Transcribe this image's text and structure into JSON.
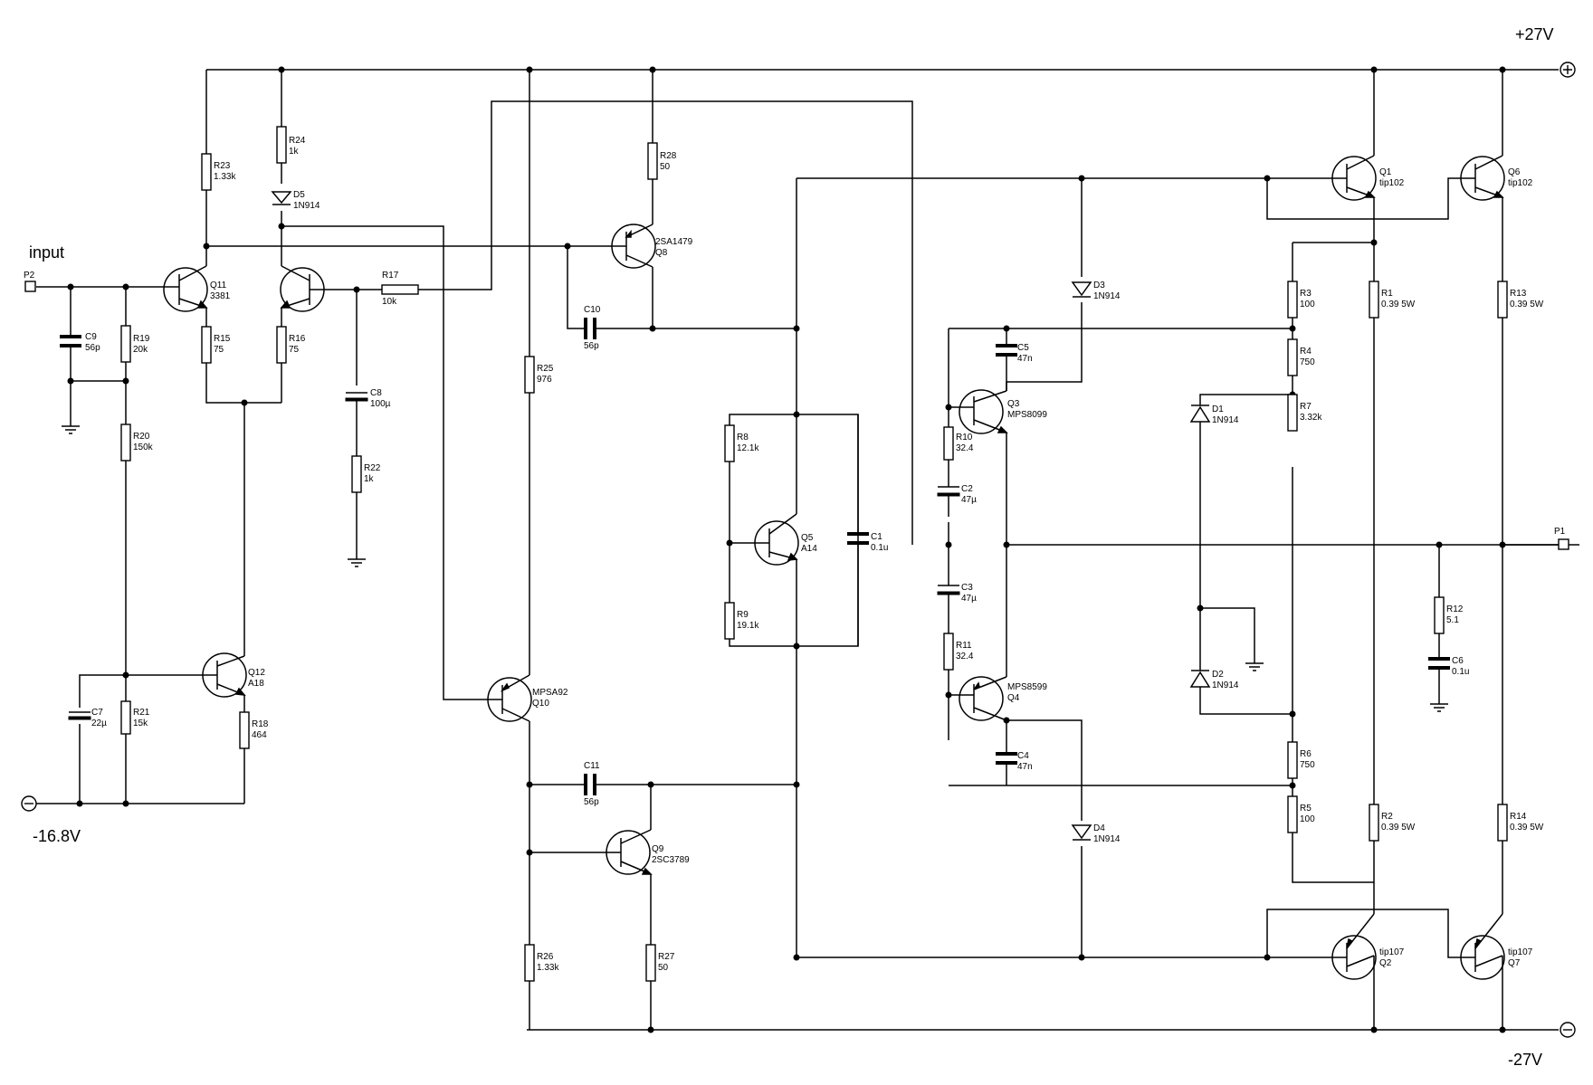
{
  "rails": {
    "positive": "+27V",
    "negative": "-27V",
    "input_negative": "-16.8V",
    "input_label": "input"
  },
  "ports": {
    "input": "P2",
    "output": "P1"
  },
  "transistors": {
    "Q11": {
      "ref": "Q11",
      "part": "3381"
    },
    "Q12": {
      "ref": "Q12",
      "part": "A18"
    },
    "Q8": {
      "ref": "Q8",
      "part": "2SA1479"
    },
    "Q10": {
      "ref": "Q10",
      "part": "MPSA92"
    },
    "Q9": {
      "ref": "Q9",
      "part": "2SC3789"
    },
    "Q5": {
      "ref": "Q5",
      "part": "A14"
    },
    "Q3": {
      "ref": "Q3",
      "part": "MPS8099"
    },
    "Q4": {
      "ref": "Q4",
      "part": "MPS8599"
    },
    "Q1": {
      "ref": "Q1",
      "part": "tip102"
    },
    "Q6": {
      "ref": "Q6",
      "part": "tip102"
    },
    "Q2": {
      "ref": "Q2",
      "part": "tip107"
    },
    "Q7": {
      "ref": "Q7",
      "part": "tip107"
    }
  },
  "resistors": {
    "R23": {
      "ref": "R23",
      "value": "1.33k"
    },
    "R24": {
      "ref": "R24",
      "value": "1k"
    },
    "R19": {
      "ref": "R19",
      "value": "20k"
    },
    "R20": {
      "ref": "R20",
      "value": "150k"
    },
    "R21": {
      "ref": "R21",
      "value": "15k"
    },
    "R15": {
      "ref": "R15",
      "value": "75"
    },
    "R16": {
      "ref": "R16",
      "value": "75"
    },
    "R18": {
      "ref": "R18",
      "value": "464"
    },
    "R17": {
      "ref": "R17",
      "value": "10k"
    },
    "R22": {
      "ref": "R22",
      "value": "1k"
    },
    "R25": {
      "ref": "R25",
      "value": "976"
    },
    "R28": {
      "ref": "R28",
      "value": "50"
    },
    "R26": {
      "ref": "R26",
      "value": "1.33k"
    },
    "R27": {
      "ref": "R27",
      "value": "50"
    },
    "R8": {
      "ref": "R8",
      "value": "12.1k"
    },
    "R9": {
      "ref": "R9",
      "value": "19.1k"
    },
    "R10": {
      "ref": "R10",
      "value": "32.4"
    },
    "R11": {
      "ref": "R11",
      "value": "32.4"
    },
    "R3": {
      "ref": "R3",
      "value": "100"
    },
    "R4": {
      "ref": "R4",
      "value": "750"
    },
    "R7": {
      "ref": "R7",
      "value": "3.32k"
    },
    "R6": {
      "ref": "R6",
      "value": "750"
    },
    "R5": {
      "ref": "R5",
      "value": "100"
    },
    "R1": {
      "ref": "R1",
      "value": "0.39 5W"
    },
    "R2": {
      "ref": "R2",
      "value": "0.39 5W"
    },
    "R13": {
      "ref": "R13",
      "value": "0.39 5W"
    },
    "R14": {
      "ref": "R14",
      "value": "0.39 5W"
    },
    "R12": {
      "ref": "R12",
      "value": "5.1"
    }
  },
  "capacitors": {
    "C9": {
      "ref": "C9",
      "value": "56p"
    },
    "C7": {
      "ref": "C7",
      "value": "22µ"
    },
    "C8": {
      "ref": "C8",
      "value": "100µ"
    },
    "C10": {
      "ref": "C10",
      "value": "56p"
    },
    "C11": {
      "ref": "C11",
      "value": "56p"
    },
    "C1": {
      "ref": "C1",
      "value": "0.1u"
    },
    "C5": {
      "ref": "C5",
      "value": "47n"
    },
    "C2": {
      "ref": "C2",
      "value": "47µ"
    },
    "C3": {
      "ref": "C3",
      "value": "47µ"
    },
    "C4": {
      "ref": "C4",
      "value": "47n"
    },
    "C6": {
      "ref": "C6",
      "value": "0.1u"
    }
  },
  "diodes": {
    "D5": {
      "ref": "D5",
      "part": "1N914"
    },
    "D3": {
      "ref": "D3",
      "part": "1N914"
    },
    "D4": {
      "ref": "D4",
      "part": "1N914"
    },
    "D1": {
      "ref": "D1",
      "part": "1N914"
    },
    "D2": {
      "ref": "D2",
      "part": "1N914"
    }
  }
}
